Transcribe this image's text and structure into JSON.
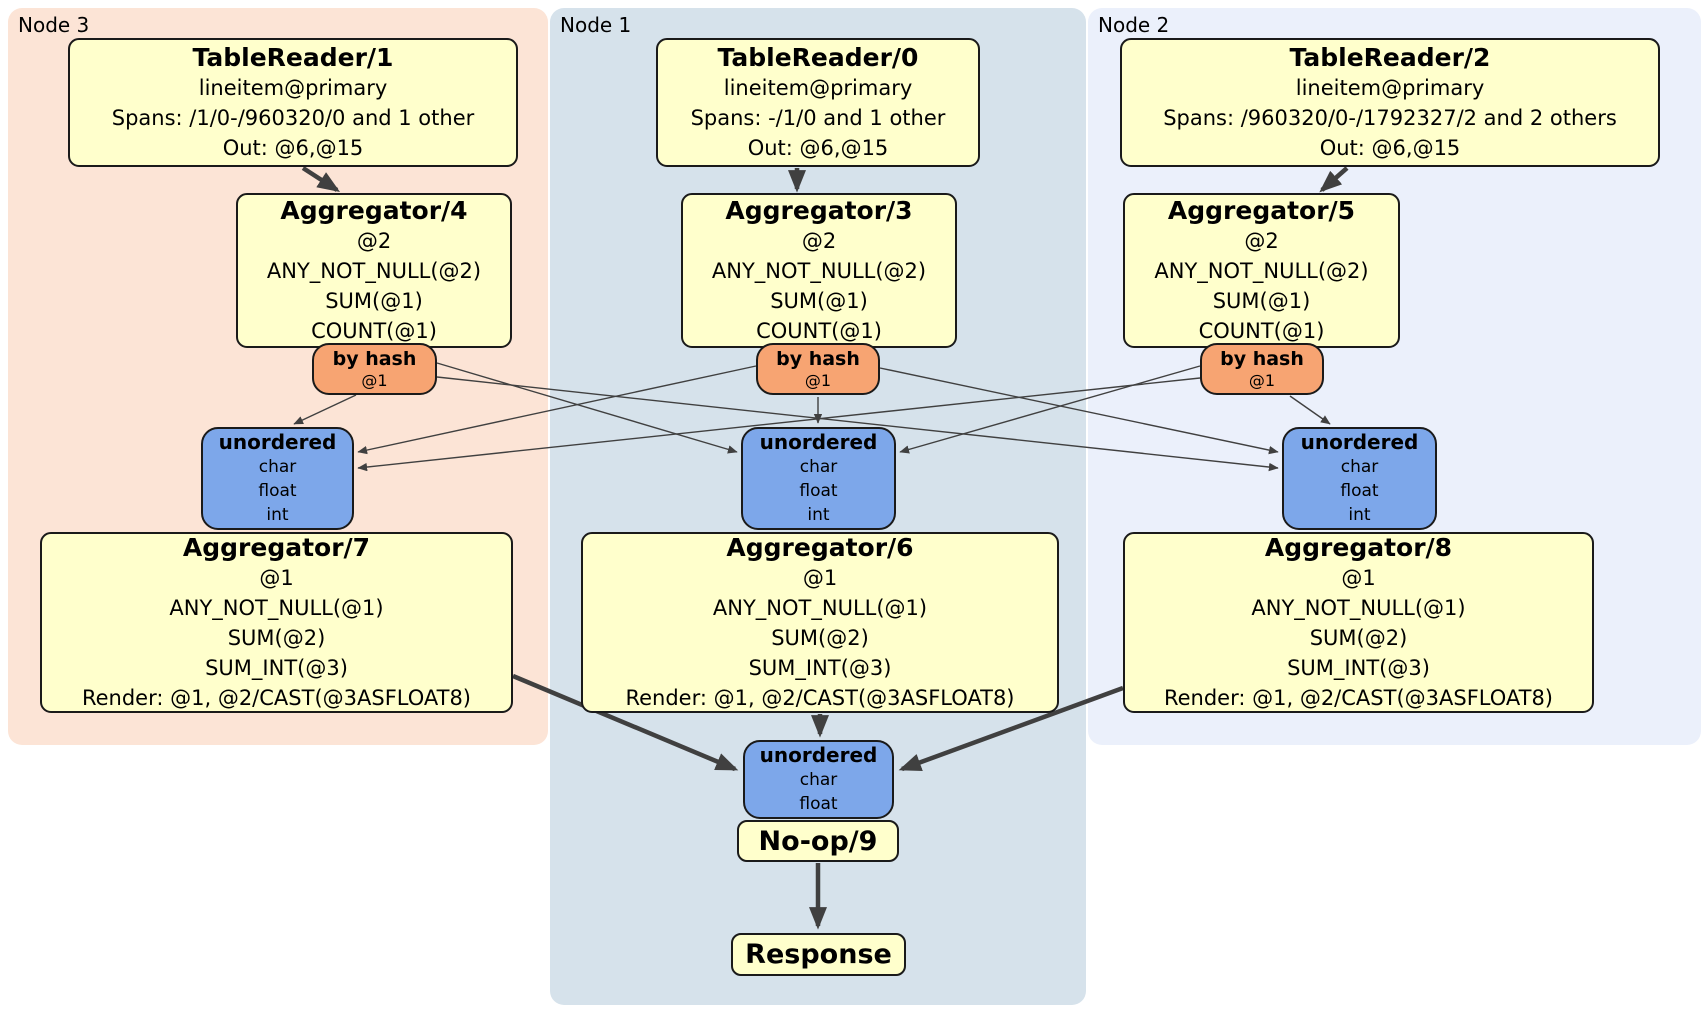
{
  "colors": {
    "node3_region_bg": "#FCE4D6",
    "node1_region_bg": "#D6E2EB",
    "node2_region_bg": "#EBF0FB",
    "processor_fill": "#FFFFCC",
    "router_fill": "#F7A472",
    "sync_fill": "#7DA7EA",
    "edge": "#404040"
  },
  "node3": {
    "label": "Node 3",
    "tablereader": {
      "title": "TableReader/1",
      "lines": [
        "lineitem@primary",
        "Spans: /1/0-/960320/0 and 1 other",
        "Out: @6,@15"
      ]
    },
    "aggregator_top": {
      "title": "Aggregator/4",
      "lines": [
        "@2",
        "ANY_NOT_NULL(@2)",
        "SUM(@1)",
        "COUNT(@1)"
      ]
    },
    "router": {
      "title": "by hash",
      "detail": "@1"
    },
    "sync": {
      "title": "unordered",
      "lines": [
        "char",
        "float",
        "int"
      ]
    },
    "aggregator_bottom": {
      "title": "Aggregator/7",
      "lines": [
        "@1",
        "ANY_NOT_NULL(@1)",
        "SUM(@2)",
        "SUM_INT(@3)",
        "Render: @1, @2/CAST(@3ASFLOAT8)"
      ]
    }
  },
  "node1": {
    "label": "Node 1",
    "tablereader": {
      "title": "TableReader/0",
      "lines": [
        "lineitem@primary",
        "Spans: -/1/0 and 1 other",
        "Out: @6,@15"
      ]
    },
    "aggregator_top": {
      "title": "Aggregator/3",
      "lines": [
        "@2",
        "ANY_NOT_NULL(@2)",
        "SUM(@1)",
        "COUNT(@1)"
      ]
    },
    "router": {
      "title": "by hash",
      "detail": "@1"
    },
    "sync": {
      "title": "unordered",
      "lines": [
        "char",
        "float",
        "int"
      ]
    },
    "aggregator_bottom": {
      "title": "Aggregator/6",
      "lines": [
        "@1",
        "ANY_NOT_NULL(@1)",
        "SUM(@2)",
        "SUM_INT(@3)",
        "Render: @1, @2/CAST(@3ASFLOAT8)"
      ]
    },
    "final_sync": {
      "title": "unordered",
      "lines": [
        "char",
        "float"
      ]
    },
    "noop": {
      "title": "No-op/9"
    },
    "response": {
      "title": "Response"
    }
  },
  "node2": {
    "label": "Node 2",
    "tablereader": {
      "title": "TableReader/2",
      "lines": [
        "lineitem@primary",
        "Spans: /960320/0-/1792327/2 and 2 others",
        "Out: @6,@15"
      ]
    },
    "aggregator_top": {
      "title": "Aggregator/5",
      "lines": [
        "@2",
        "ANY_NOT_NULL(@2)",
        "SUM(@1)",
        "COUNT(@1)"
      ]
    },
    "router": {
      "title": "by hash",
      "detail": "@1"
    },
    "sync": {
      "title": "unordered",
      "lines": [
        "char",
        "float",
        "int"
      ]
    },
    "aggregator_bottom": {
      "title": "Aggregator/8",
      "lines": [
        "@1",
        "ANY_NOT_NULL(@1)",
        "SUM(@2)",
        "SUM_INT(@3)",
        "Render: @1, @2/CAST(@3ASFLOAT8)"
      ]
    }
  }
}
